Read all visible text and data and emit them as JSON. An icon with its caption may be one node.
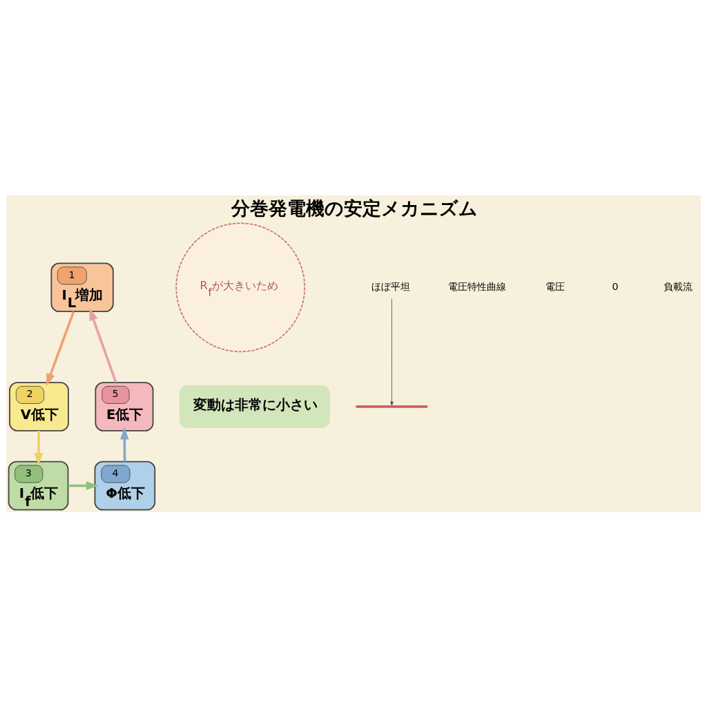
{
  "diagram": {
    "title": "分巻発電機の安定メカニズム",
    "nodes": [
      {
        "text": [
          "1",
          "I$_{L}$増加"
        ]
      },
      {
        "text": [
          "2",
          "V低下"
        ]
      },
      {
        "text": [
          "3",
          "I$_{f}$低下"
        ]
      },
      {
        "text": [
          "4",
          "Φ低下"
        ]
      },
      {
        "text": [
          "5",
          "E低下"
        ]
      },
      {
        "text": [
          "変動は非常に小さい"
        ]
      },
      {
        "text": [
          "R$_{f}$が大きいため"
        ]
      },
      {
        "text": [
          "ほぼ平坦"
        ]
      },
      {
        "text": [],
        "shape": "line"
      }
    ],
    "edges": [
      {
        "from": 0,
        "to": 1,
        "arrow": "to",
        "color": "#f0a070"
      },
      {
        "from": 1,
        "to": 2,
        "arrow": "to",
        "color": "#f0d060"
      },
      {
        "from": 2,
        "to": 3,
        "arrow": "to",
        "color": "#90c080"
      },
      {
        "from": 3,
        "to": 4,
        "arrow": "to",
        "color": "#7fa8d0"
      },
      {
        "from": 4,
        "to": 0,
        "arrow": "to",
        "color": "#e8a0a8"
      },
      {
        "from": 7,
        "to": 8,
        "arrow": "to",
        "color": "#555555"
      }
    ],
    "labels": [
      "電圧特性曲線",
      "電圧",
      "0",
      "負載流"
    ]
  }
}
